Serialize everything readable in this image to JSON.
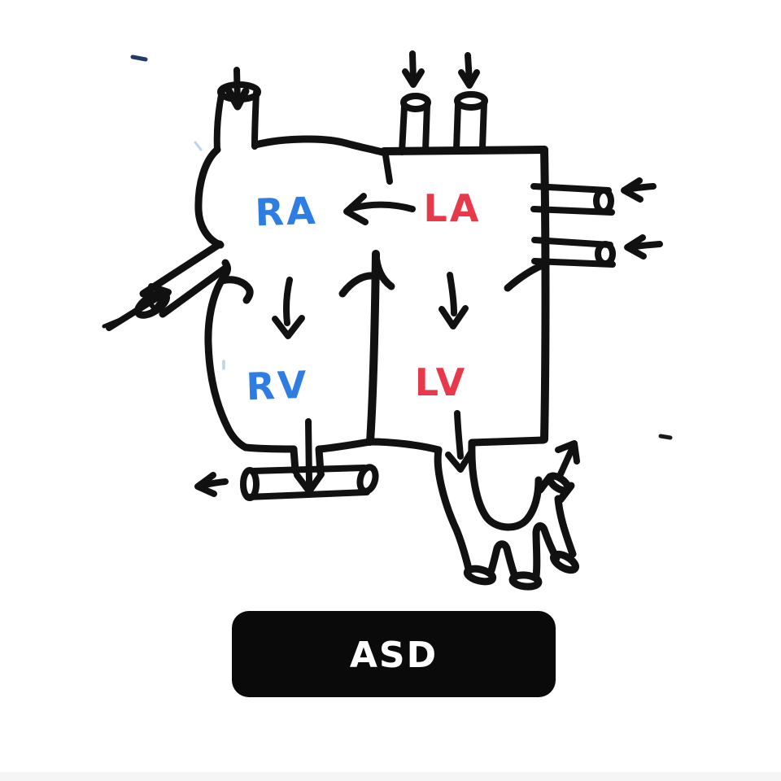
{
  "diagram": {
    "badge": {
      "label": "ASD",
      "bg": "#0a0a0a",
      "fg": "#ffffff"
    },
    "chambers": {
      "ra": {
        "label": "RA",
        "color": "#2e7de2"
      },
      "la": {
        "label": "LA",
        "color": "#e8394b"
      },
      "rv": {
        "label": "RV",
        "color": "#2e7de2"
      },
      "lv": {
        "label": "LV",
        "color": "#e8394b"
      }
    },
    "ink_color": "#111111",
    "flow_arrows": [
      "svc-inflow-down-arrow",
      "pulmonary-vein-top-1-down-arrow",
      "pulmonary-vein-top-2-down-arrow",
      "pulmonary-vein-right-1-left-arrow",
      "pulmonary-vein-right-2-left-arrow",
      "asd-shunt-la-to-ra-left-arrow",
      "ra-to-rv-down-arrow",
      "la-to-lv-down-arrow",
      "ivc-inflow-up-right-arrow",
      "rv-to-pulmonary-artery-down-arrow",
      "pulmonary-artery-outflow-left-arrow",
      "lv-to-aorta-down-arrow",
      "aorta-outflow-up-right-arrow"
    ]
  }
}
